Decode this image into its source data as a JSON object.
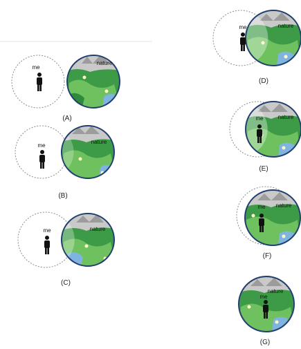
{
  "labels": {
    "me": "me",
    "nature": "nature"
  },
  "panels": [
    {
      "id": "A",
      "caption": "(A)"
    },
    {
      "id": "B",
      "caption": "(B)"
    },
    {
      "id": "C",
      "caption": "(C)"
    },
    {
      "id": "D",
      "caption": "(D)"
    },
    {
      "id": "E",
      "caption": "(E)"
    },
    {
      "id": "F",
      "caption": "(F)"
    },
    {
      "id": "G",
      "caption": "(G)"
    }
  ],
  "colors": {
    "dashed_circle": "#8a8a8a",
    "outline": "#1f3f6e",
    "land_dark": "#2f8a3c",
    "land_light": "#6ec15e",
    "water": "#7fb3e0",
    "mountain": "#b9b9b9",
    "person": "#111111"
  }
}
